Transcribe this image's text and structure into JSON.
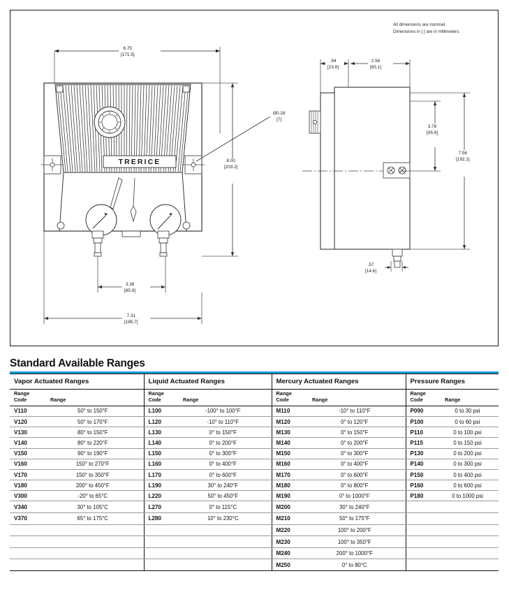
{
  "drawing": {
    "note": {
      "line1": "All dimensions are nominal.",
      "line2": "Dimensions in [ ] are in millimeters."
    },
    "brand_label": "TRERICE",
    "dimensions": {
      "front_width_top": {
        "inch": "6.75",
        "mm": "[171.5]"
      },
      "front_height_right": {
        "inch": "8.00",
        "mm": "[203.2]"
      },
      "hole_callout": {
        "inch": "Ø0.28",
        "mm": "[7]"
      },
      "front_bottom_inner": {
        "inch": "3.38",
        "mm": "[85.9]"
      },
      "front_bottom_outer": {
        "inch": "7.31",
        "mm": "[185.7]"
      },
      "side_depth_small": {
        "inch": ".94",
        "mm": "[23.8]"
      },
      "side_depth_large": {
        "inch": "2.56",
        "mm": "[65.1]"
      },
      "side_height_inner": {
        "inch": "3.78",
        "mm": "[95.9]"
      },
      "side_height_outer": {
        "inch": "7.56",
        "mm": "[192.1]"
      },
      "side_bottom": {
        "inch": ".57",
        "mm": "[14.6]"
      }
    }
  },
  "ranges_section": {
    "title": "Standard Available Ranges",
    "accent_color": "#1b9bd8",
    "sub_headers": {
      "code": "Range\nCode",
      "code_line1": "Range",
      "code_line2": "Code",
      "range": "Range"
    },
    "groups": [
      {
        "header": "Vapor Actuated Ranges",
        "rows": [
          {
            "code": "V110",
            "range": "50° to 150°F"
          },
          {
            "code": "V120",
            "range": "50° to 170°F"
          },
          {
            "code": "V130",
            "range": "80° to 150°F"
          },
          {
            "code": "V140",
            "range": "80° to 220°F"
          },
          {
            "code": "V150",
            "range": "90° to 190°F"
          },
          {
            "code": "V160",
            "range": "150° to 270°F"
          },
          {
            "code": "V170",
            "range": "150° to 350°F"
          },
          {
            "code": "V180",
            "range": "200° to 450°F"
          },
          {
            "code": "V300",
            "range": "-20° to 65°C"
          },
          {
            "code": "V340",
            "range": "30° to 105°C"
          },
          {
            "code": "V370",
            "range": "65° to 175°C"
          }
        ]
      },
      {
        "header": "Liquid Actuated Ranges",
        "rows": [
          {
            "code": "L100",
            "range": "-100° to 100°F"
          },
          {
            "code": "L120",
            "range": "-10° to 110°F"
          },
          {
            "code": "L130",
            "range": "0° to 150°F"
          },
          {
            "code": "L140",
            "range": "0° to 200°F"
          },
          {
            "code": "L150",
            "range": "0° to 300°F"
          },
          {
            "code": "L160",
            "range": "0° to 400°F"
          },
          {
            "code": "L170",
            "range": "0° to 600°F"
          },
          {
            "code": "L190",
            "range": "30° to 240°F"
          },
          {
            "code": "L220",
            "range": "50° to 450°F"
          },
          {
            "code": "L270",
            "range": "0° to 115°C"
          },
          {
            "code": "L280",
            "range": "10° to 230°C"
          }
        ]
      },
      {
        "header": "Mercury Actuated Ranges",
        "rows": [
          {
            "code": "M110",
            "range": "-10° to 110°F"
          },
          {
            "code": "M120",
            "range": "0° to 120°F"
          },
          {
            "code": "M130",
            "range": "0° to 150°F"
          },
          {
            "code": "M140",
            "range": "0° to 200°F"
          },
          {
            "code": "M150",
            "range": "0° to 300°F"
          },
          {
            "code": "M160",
            "range": "0° to 400°F"
          },
          {
            "code": "M170",
            "range": "0° to 600°F"
          },
          {
            "code": "M180",
            "range": "0° to 800°F"
          },
          {
            "code": "M190",
            "range": "0° to 1000°F"
          },
          {
            "code": "M200",
            "range": "30° to 240°F"
          },
          {
            "code": "M210",
            "range": "50° to 175°F"
          },
          {
            "code": "M220",
            "range": "100° to 200°F"
          },
          {
            "code": "M230",
            "range": "100° to 350°F"
          },
          {
            "code": "M240",
            "range": "200° to 1000°F"
          },
          {
            "code": "M250",
            "range": "0° to 80°C"
          }
        ]
      },
      {
        "header": "Pressure Ranges",
        "rows": [
          {
            "code": "P090",
            "range": "0 to 30 psi"
          },
          {
            "code": "P100",
            "range": "0 to 60 psi"
          },
          {
            "code": "P110",
            "range": "0 to 100 psi"
          },
          {
            "code": "P115",
            "range": "0 to 150 psi"
          },
          {
            "code": "P130",
            "range": "0 to 200 psi"
          },
          {
            "code": "P140",
            "range": "0 to 300 psi"
          },
          {
            "code": "P150",
            "range": "0 to 400 psi"
          },
          {
            "code": "P160",
            "range": "0 to 600 psi"
          },
          {
            "code": "P180",
            "range": "0 to 1000 psi"
          }
        ]
      }
    ]
  }
}
